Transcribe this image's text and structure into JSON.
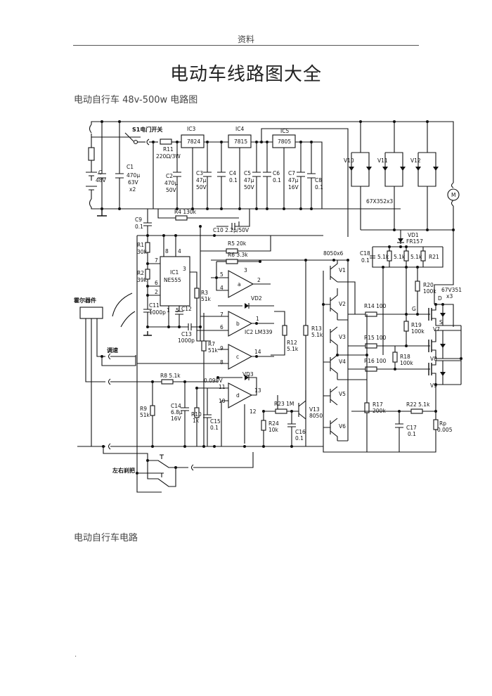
{
  "header": {
    "label": "资料"
  },
  "title": "电动车线路图大全",
  "sections": [
    {
      "caption": "电动自行车 48v-500w 电路图"
    },
    {
      "caption": "电动自行车电路"
    }
  ],
  "footnote": ".",
  "schematic": {
    "switch_label": "S1电门开关",
    "hall_label": "霍尔器件",
    "speed_label": "调速",
    "brake_label": "左右刹把",
    "battery": {
      "ref": "C",
      "value": "48V"
    },
    "regulators": [
      {
        "ref": "IC3",
        "part": "7824"
      },
      {
        "ref": "IC4",
        "part": "7815"
      },
      {
        "ref": "IC5",
        "part": "7805"
      }
    ],
    "timer": {
      "ref": "IC1",
      "part": "NE555",
      "pins": [
        "8",
        "4",
        "7",
        "6",
        "2",
        "3",
        "1",
        "5"
      ]
    },
    "comparator": {
      "ref": "IC2",
      "part": "LM339",
      "units": [
        {
          "name": "a",
          "pins": [
            "5",
            "4",
            "3",
            "2"
          ]
        },
        {
          "name": "b",
          "pins": [
            "7",
            "6",
            "1"
          ]
        },
        {
          "name": "c",
          "pins": [
            "9",
            "8",
            "14"
          ]
        },
        {
          "name": "d",
          "pins": [
            "11",
            "10",
            "13",
            "12"
          ]
        }
      ],
      "ref_voltage": "0.098V"
    },
    "resistors": [
      {
        "ref": "R11",
        "value": "220Ω/3W"
      },
      {
        "ref": "R4",
        "value": "130k"
      },
      {
        "ref": "R5",
        "value": "20k"
      },
      {
        "ref": "R6",
        "value": "3.3k"
      },
      {
        "ref": "R1",
        "value": "30k"
      },
      {
        "ref": "R2",
        "value": "39k"
      },
      {
        "ref": "R3",
        "value": "51k"
      },
      {
        "ref": "R7",
        "value": "51k"
      },
      {
        "ref": "R8",
        "value": "5.1k"
      },
      {
        "ref": "R9",
        "value": "51k"
      },
      {
        "ref": "R10",
        "value": "1k"
      },
      {
        "ref": "R12",
        "value": "5.1k"
      },
      {
        "ref": "R13",
        "value": "5.1k"
      },
      {
        "ref": "R14",
        "value": "100"
      },
      {
        "ref": "R15",
        "value": "100"
      },
      {
        "ref": "R16",
        "value": "100"
      },
      {
        "ref": "R17",
        "value": "200k"
      },
      {
        "ref": "R18",
        "value": "100k"
      },
      {
        "ref": "R19",
        "value": "100k"
      },
      {
        "ref": "R20",
        "value": "100k"
      },
      {
        "ref": "R21",
        "value": "5.1k"
      },
      {
        "ref": "R22",
        "value": "5.1k"
      },
      {
        "ref": "R23",
        "value": "1M"
      },
      {
        "ref": "R24",
        "value": "10k"
      },
      {
        "ref": "Rp",
        "value": "0.005"
      }
    ],
    "capacitors": [
      {
        "ref": "C1",
        "value": "470μ 63V x2"
      },
      {
        "ref": "C2",
        "value": "470μ 50V"
      },
      {
        "ref": "C3",
        "value": "47μ 50V"
      },
      {
        "ref": "C4",
        "value": "0.1"
      },
      {
        "ref": "C5",
        "value": "47μ 50V"
      },
      {
        "ref": "C6",
        "value": "0.1"
      },
      {
        "ref": "C7",
        "value": "47μ 16V"
      },
      {
        "ref": "C8",
        "value": "0.1"
      },
      {
        "ref": "C9",
        "value": "0.1"
      },
      {
        "ref": "C10",
        "value": "2.2μ/50V"
      },
      {
        "ref": "C11",
        "value": "1000p"
      },
      {
        "ref": "C12",
        "value": ""
      },
      {
        "ref": "C13",
        "value": "1000p"
      },
      {
        "ref": "C14",
        "value": "6.8μ 16V"
      },
      {
        "ref": "C15",
        "value": "0.1"
      },
      {
        "ref": "C16",
        "value": "0.1"
      },
      {
        "ref": "C17",
        "value": "0.1"
      },
      {
        "ref": "C18",
        "value": "0.1"
      }
    ],
    "transistors": {
      "driver_label": "8050x6",
      "drivers": [
        "V1",
        "V2",
        "V3",
        "V4",
        "V5",
        "V6"
      ],
      "v13": {
        "ref": "V13",
        "part": "8050"
      },
      "mosfets": [
        "V7",
        "V8",
        "V9"
      ],
      "mosfet_label": "67V351 x3",
      "mosfet_pins": {
        "gate": "G",
        "drain": "D",
        "source": "S"
      }
    },
    "diodes": {
      "bridges": [
        "V10",
        "V11",
        "V12"
      ],
      "bridge_label": "67X352x3",
      "vd1": {
        "ref": "VD1",
        "part": "FR157"
      },
      "vd2": "VD2",
      "vd3": "VD3"
    },
    "motor": "M"
  }
}
